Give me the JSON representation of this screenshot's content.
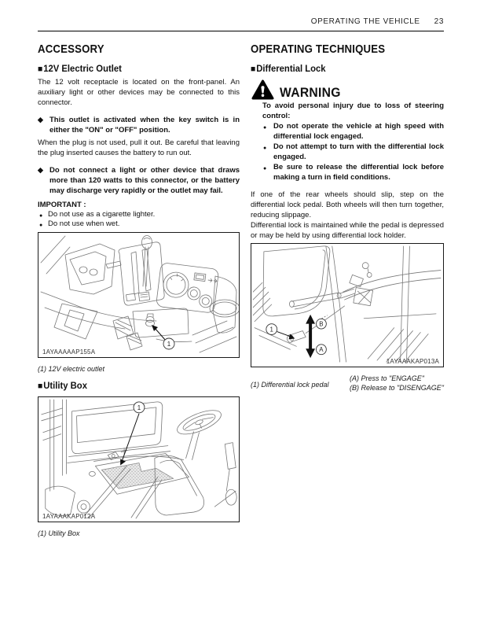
{
  "header": {
    "title": "OPERATING THE VEHICLE",
    "page_number": "23"
  },
  "markers": {
    "square": "■",
    "diamond": "◆",
    "disc": "●"
  },
  "accessory": {
    "section_title": "ACCESSORY",
    "outlet": {
      "heading": "12V Electric Outlet",
      "intro": "The 12 volt receptacle is located on the front-panel. An auxiliary light or other devices may be connected to this connector.",
      "note1": "This outlet is activated when the key switch is in either the \"ON\" or \"OFF\" position.",
      "para_after_note1": "When the plug is not used, pull it out. Be careful that leaving the plug inserted causes the battery to run out.",
      "note2": "Do not connect a light or other device that draws more than 120 watts to this connector, or the battery may discharge very rapidly or the outlet may fail.",
      "important_label": "IMPORTANT :",
      "important_items": [
        "Do not use as a cigarette lighter.",
        "Do not use when wet."
      ],
      "figure": {
        "code": "1AYAAAAAP155A",
        "caption": "(1) 12V electric outlet",
        "callout_1": "1"
      }
    },
    "utility_box": {
      "heading": "Utility Box",
      "figure": {
        "code": "1AYAAAKAP012A",
        "caption": "(1) Utility Box",
        "callout_1": "1"
      }
    }
  },
  "operating": {
    "section_title": "OPERATING TECHNIQUES",
    "diff_lock": {
      "heading": "Differential Lock",
      "warning": {
        "label": "WARNING",
        "intro": "To avoid personal injury due to loss of steering control:",
        "items": [
          "Do not operate the vehicle at high speed with differential lock engaged.",
          "Do not attempt to turn with the differential lock engaged.",
          "Be sure to release the differential lock before making a turn in field conditions."
        ]
      },
      "para1": "If one of the rear wheels should slip, step on the differential lock pedal. Both wheels will then turn together, reducing slippage.",
      "para2": "Differential lock is maintained while the pedal is depressed or may be held by using differential lock holder.",
      "figure": {
        "code": "1AYAAAKAP013A",
        "callout_1": "1",
        "callout_a": "A",
        "callout_b": "B"
      },
      "captions": {
        "pedal": "(1) Differential lock pedal",
        "press": "(A) Press to \"ENGAGE\"",
        "release": "(B) Release to \"DISENGAGE\""
      }
    }
  }
}
